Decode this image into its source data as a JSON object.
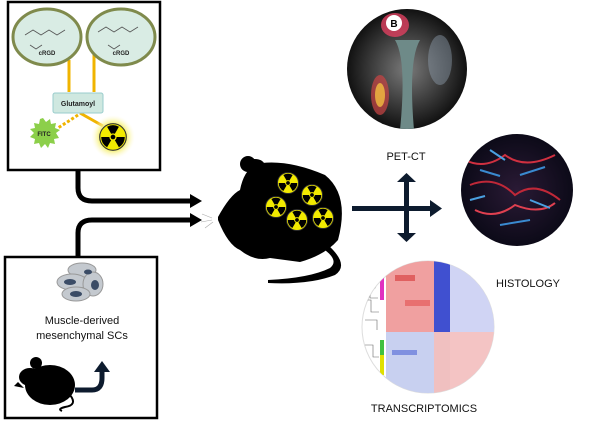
{
  "probe_panel": {
    "ligand_left": "cRGD",
    "ligand_right": "cRGD",
    "linker": "Glutamoyl",
    "fluorophore": "FITC",
    "radiolabel_icon": "radiation-icon"
  },
  "cell_panel": {
    "line1": "Muscle-derived",
    "line2": "mesenchymal SCs"
  },
  "outputs": {
    "pet": "PET-CT",
    "pet_marker": "B",
    "histology": "HISTOLOGY",
    "transcriptomics": "TRANSCRIPTOMICS"
  },
  "colors": {
    "arrow": "#0d1b2e",
    "yellow": "#f2ea00",
    "linker": "#cfe8e0",
    "fitc": "#8ccf4a",
    "connector": "#f0b400"
  }
}
